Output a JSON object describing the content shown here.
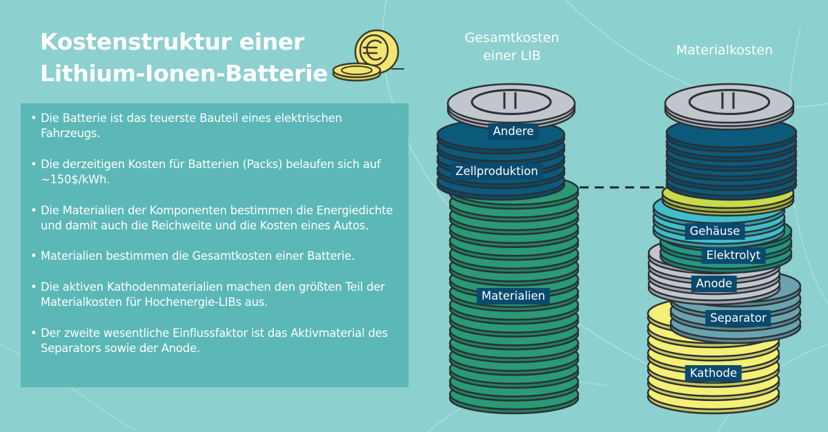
{
  "title": {
    "line1": "Kostenstruktur einer",
    "line2": "Lithium-Ionen-Batterie"
  },
  "bullets": [
    "Die Batterie ist das teuerste Bauteil eines elektrischen Fahrzeugs.",
    "Die derzeitigen Kosten für Batterien (Packs) belaufen sich auf ~150$/kWh.",
    "Die Materialien der Komponenten bestimmen die Energiedichte und damit auch die Reichweite und die Kosten eines Autos.",
    "Materialien bestimmen die Gesamtkosten einer Batterie.",
    "Die aktiven Kathodenmaterialien machen den größten Teil der Materialkosten für Hochenergie-LIBs aus.",
    "Der zweite wesentliche Einflussfaktor ist das Aktivmaterial des Separators sowie der Anode."
  ],
  "columns": {
    "total": {
      "line1": "Gesamtkosten",
      "line2": "einer LIB"
    },
    "material": "Materialkosten"
  },
  "labels": {
    "andere": "Andere",
    "zellproduktion": "Zellproduktion",
    "materialien": "Materialien",
    "gehaeuse": "Gehäuse",
    "elektrolyt": "Elektrolyt",
    "anode": "Anode",
    "separator": "Separator",
    "kathode": "Kathode"
  },
  "colors": {
    "andere": "#c0c6cc",
    "zellproduktion": "#0b5a7c",
    "materialien": "#2a9a76",
    "gehaeuse": "#3fbecb",
    "elektrolyt": "#1f9a82",
    "anode": "#c0c6cc",
    "separator": "#6aa3b0",
    "kathode": "#f4ef76",
    "label_bg": "#0b4a6e",
    "coin": "#f2e571"
  }
}
